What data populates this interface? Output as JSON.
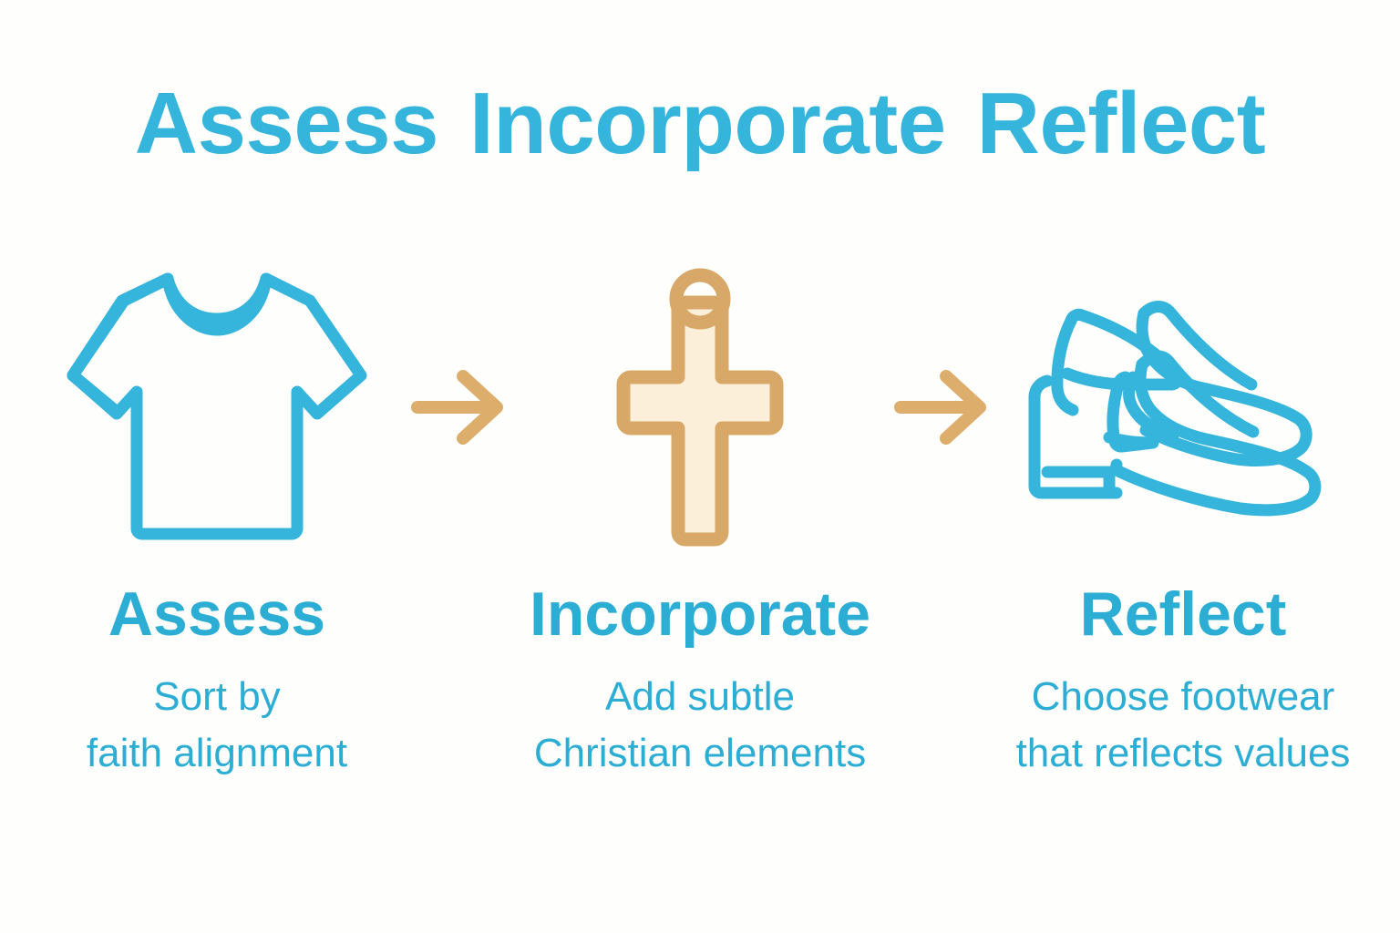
{
  "background_color": "#fefefd",
  "colors": {
    "blue": "#35b5db",
    "blue_text": "#2badd4",
    "tan": "#ddae6b",
    "tan_outline": "#d8a868",
    "cream_fill": "#fcefd9"
  },
  "title": {
    "words": [
      "Assess",
      "Incorporate",
      "Reflect"
    ],
    "full": "Assess Incorporate Reflect"
  },
  "steps": [
    {
      "icon": "tshirt-icon",
      "label": "Assess",
      "desc_line1": "Sort by",
      "desc_line2": "faith alignment"
    },
    {
      "icon": "cross-pendant-icon",
      "label": "Incorporate",
      "desc_line1": "Add subtle",
      "desc_line2": "Christian elements"
    },
    {
      "icon": "dress-shoes-icon",
      "label": "Reflect",
      "desc_line1": "Choose footwear",
      "desc_line2": "that reflects values"
    }
  ],
  "connectors": [
    {
      "icon": "arrow-right-icon",
      "direction": "right"
    },
    {
      "icon": "arrow-right-icon",
      "direction": "right"
    }
  ]
}
